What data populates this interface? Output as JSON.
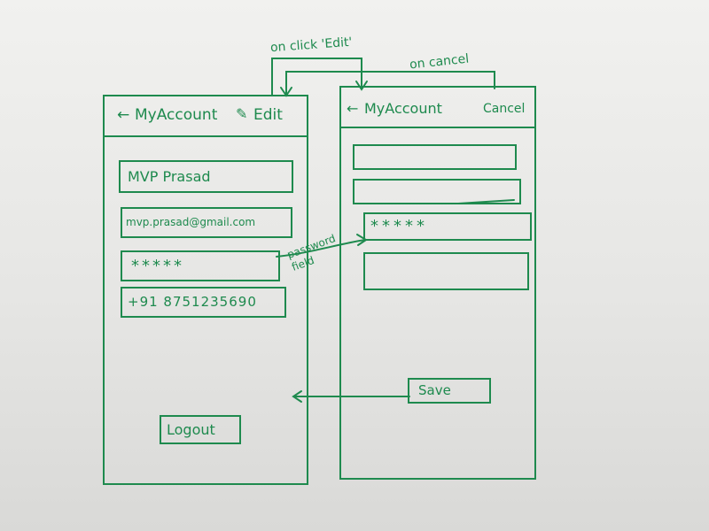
{
  "annotations": {
    "on_click_edit": "on click 'Edit'",
    "on_cancel": "on cancel",
    "password_field": "password field"
  },
  "view_screen": {
    "header": {
      "back_arrow": "←",
      "title": "MyAccount",
      "edit_label": "Edit"
    },
    "fields": {
      "name": "MVP Prasad",
      "email": "mvp.prasad@gmail.com",
      "password": "*****",
      "phone": "+91 8751235690"
    },
    "logout_label": "Logout"
  },
  "edit_screen": {
    "header": {
      "back_arrow": "←",
      "title": "MyAccount",
      "cancel_label": "Cancel"
    },
    "fields": {
      "name": "",
      "email": "",
      "password": "*****",
      "phone": ""
    },
    "save_label": "Save"
  },
  "colors": {
    "ink": "#1e8a4e",
    "paper": "#ececea"
  }
}
